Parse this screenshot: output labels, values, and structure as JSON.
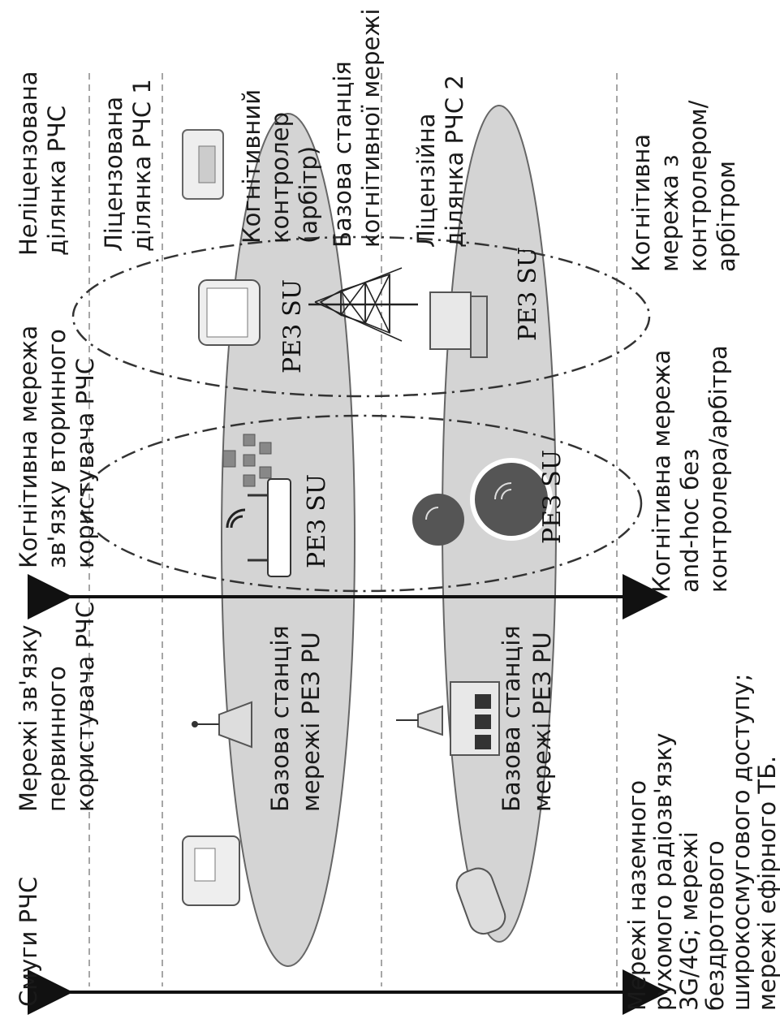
{
  "title_bands": "Смуги РЧС",
  "primary_network": [
    "Мережі зв'язку",
    "первинного",
    "користувача РЧС"
  ],
  "secondary_network": [
    "Когнітивна мережа",
    "зв'язку вторинного",
    "користувача РЧС"
  ],
  "unlicensed_band": [
    "Неліцензована",
    "ділянка РЧС"
  ],
  "licensed_band_1": [
    "Ліцензована",
    "ділянка РЧС 1"
  ],
  "controller": [
    "Когнітивний",
    "контролер",
    "(арбітр)"
  ],
  "cognitive_bs": [
    "Базова станція",
    "когнітивної мережі"
  ],
  "licensed_band_2": [
    "Ліцензійна",
    "ділянка РЧС 2"
  ],
  "net_with_controller": [
    "Когнітивна",
    "мережа з",
    "контролером/",
    "арбітром"
  ],
  "net_adhoc": [
    "Когнітивна мережа",
    "and-hoc без",
    "контролера/арбітра"
  ],
  "mobile_networks": [
    "Мережі наземного",
    "рухомого радіозв'язку",
    "3G/4G; мережі",
    "бездротового",
    "широкосмугового доступу;",
    "мережі ефірного ТБ."
  ],
  "pu_bs_1": [
    "Базова станція",
    "мережі РЕЗ PU"
  ],
  "pu_bs_2": [
    "Базова станція",
    "мережі РЕЗ PU"
  ],
  "su_labels": [
    "РЕЗ SU",
    "РЕЗ SU",
    "РЕЗ SU",
    "РЕЗ SU"
  ]
}
